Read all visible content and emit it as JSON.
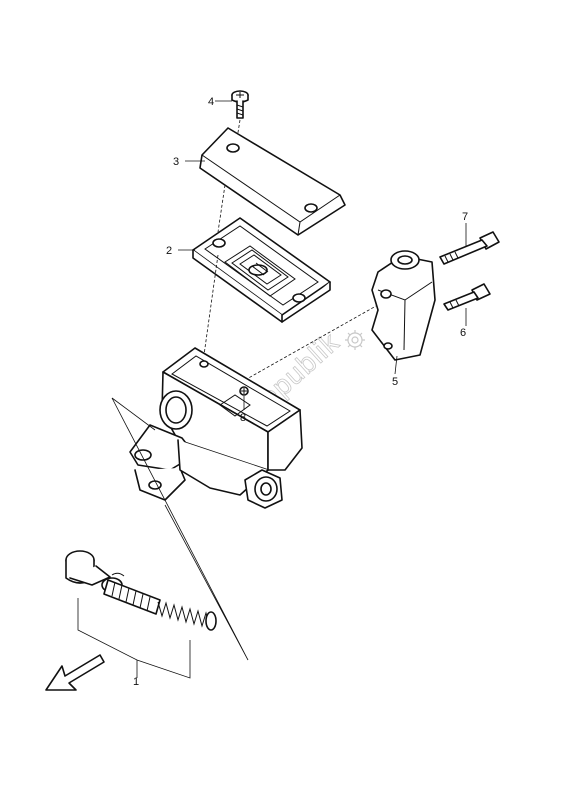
{
  "callouts": {
    "c1": "1",
    "c2": "2",
    "c3": "3",
    "c4": "4",
    "c5": "5",
    "c6": "6",
    "c7": "7",
    "c8": "8"
  },
  "watermark": {
    "text": "PartsRepublik"
  },
  "icons": {
    "direction_arrow": "arrow-down-left-icon"
  }
}
